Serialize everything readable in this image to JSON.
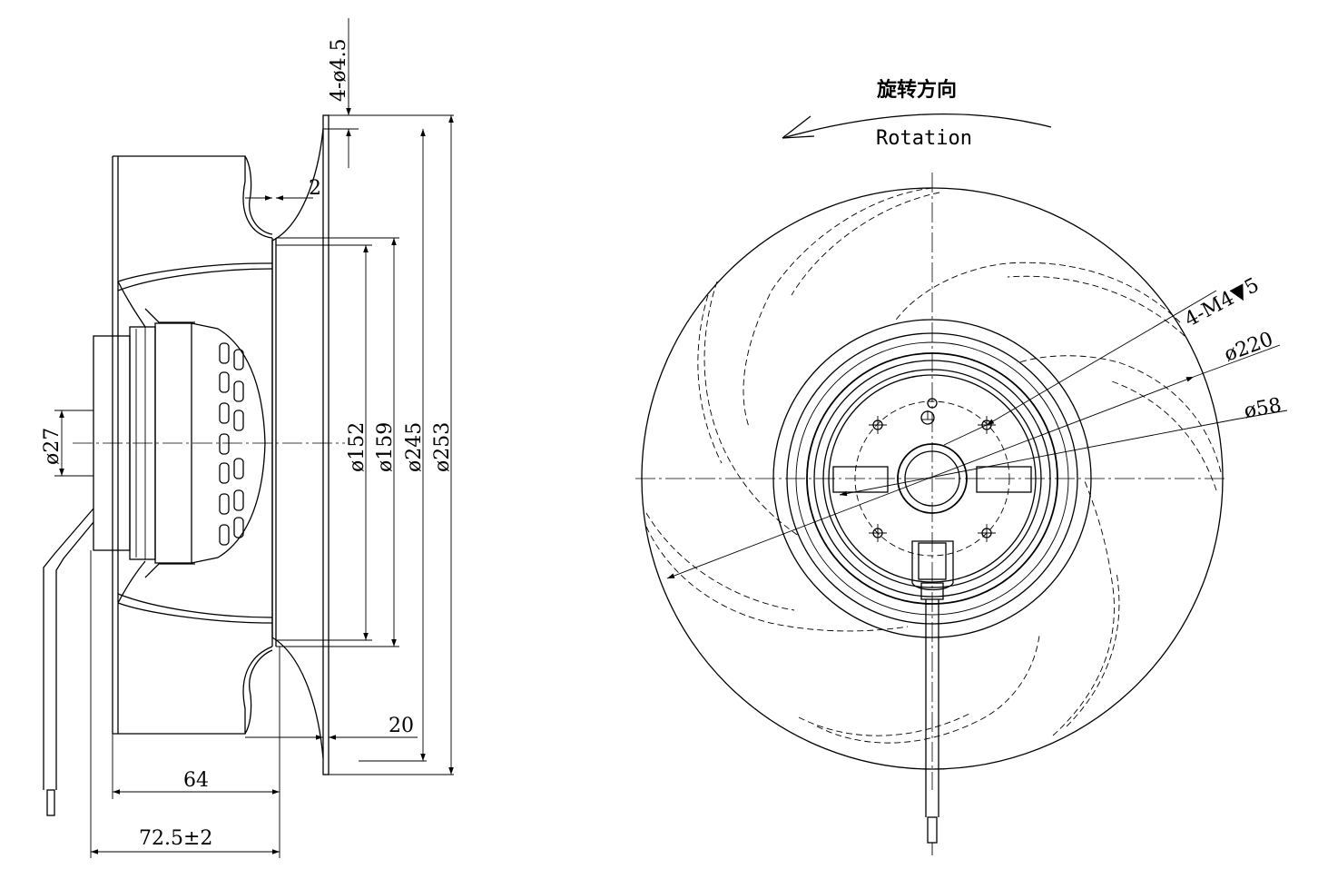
{
  "side_view": {
    "dims": {
      "hole": "4-ø4.5",
      "flange_thickness": "2",
      "d152": "ø152",
      "d159": "ø159",
      "d245": "ø245",
      "d253": "ø253",
      "d27": "ø27",
      "offset_20": "20",
      "depth_64": "64",
      "depth_total": "72.5±2"
    }
  },
  "front_view": {
    "rotation_cn": "旋转方向",
    "rotation_en": "Rotation",
    "dims": {
      "thread": "4-M4",
      "depth_symbol": "▼5",
      "d220": "ø220",
      "d58": "ø58"
    }
  }
}
